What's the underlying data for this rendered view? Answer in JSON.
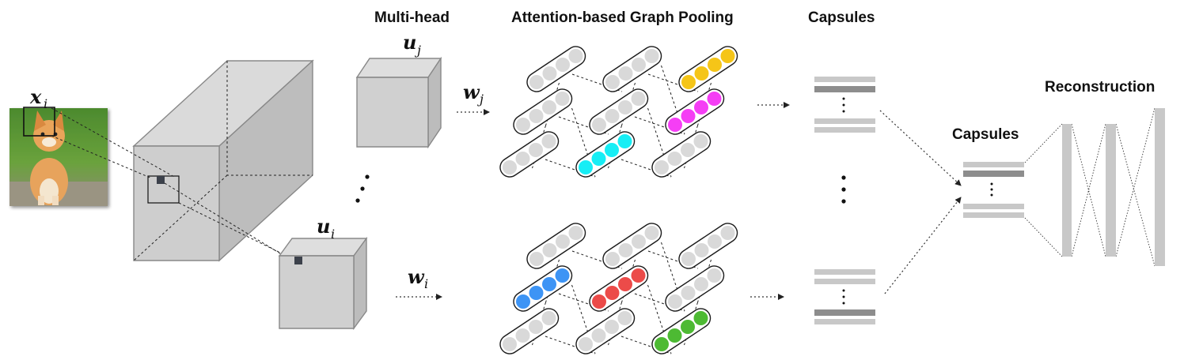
{
  "headers": {
    "multihead": "Multi-head",
    "pooling": "Attention-based Graph Pooling",
    "capsules": "Capsules",
    "capsules2": "Capsules",
    "reconstruction": "Reconstruction"
  },
  "math": {
    "x_base": "x",
    "x_sub": "i",
    "uj_base": "u",
    "uj_sub": "j",
    "ui_base": "u",
    "ui_sub": "i",
    "wj_base": "w",
    "wj_sub": "j",
    "wi_base": "w",
    "wi_sub": "i"
  },
  "colors": {
    "node_gray": "#d9d9d9",
    "yellow": "#f5c518",
    "magenta": "#f53ef5",
    "cyan": "#17eef5",
    "blue": "#3d94f5",
    "red": "#ec4b49",
    "green": "#4dba33",
    "box_fill": "#cfcfcf",
    "capsule_light": "#c8c8c8",
    "capsule_dark": "#8d8d8d"
  }
}
